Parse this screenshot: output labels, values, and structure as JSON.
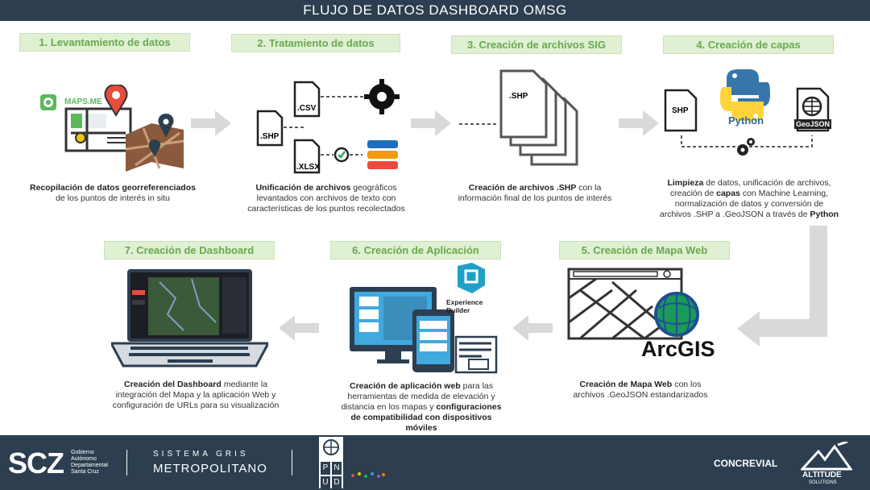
{
  "title": "FLUJO DE DATOS DASHBOARD OMSG",
  "steps": [
    {
      "label": "1. Levantamiento de datos"
    },
    {
      "label": "2. Tratamiento de datos"
    },
    {
      "label": "3. Creación de archivos SIG"
    },
    {
      "label": "4. Creación de capas"
    },
    {
      "label": "5. Creación de Mapa Web"
    },
    {
      "label": "6. Creación de Aplicación"
    },
    {
      "label": "7. Creación de Dashboard"
    }
  ],
  "desc": {
    "s1_b": "Recopilación de datos georreferenciados",
    "s1_t": "de los puntos de interés in situ",
    "s2_b": "Unificación de archivos",
    "s2_t1": " geográficos",
    "s2_t2": "levantados con archivos de texto con",
    "s2_t3": "características de los puntos recolectados",
    "s3_b": "Creación de archivos .SHP",
    "s3_t1": " con la",
    "s3_t2": "información final de los puntos de interés",
    "s4_b1": "Limpieza",
    "s4_t1": " de datos, unificación de archivos,",
    "s4_t2": "creación de ",
    "s4_b2": "capas",
    "s4_t3": " con Machine Learning,",
    "s4_t4": "normalización de datos  y conversión de",
    "s4_t5": "archivos .SHP a .GeoJSON a través de ",
    "s4_b3": "Python",
    "s5_b": "Creación de Mapa Web",
    "s5_t1": " con los",
    "s5_t2": "archivos .GeoJSON estandarizados",
    "s6_b1": "Creación de aplicación web",
    "s6_t1": " para las",
    "s6_t2": "herramientas de medida de elevación y",
    "s6_t3": "distancia en los mapas y  ",
    "s6_b2": "configuraciones",
    "s6_b3": "de compatibilidad con dispositivos",
    "s6_b4": "móviles",
    "s7_b": "Creación del Dashboard",
    "s7_t1": " mediante la",
    "s7_t2": "integración del Mapa y la aplicación Web y",
    "s7_t3": "configuración de URLs para su visualización"
  },
  "icons": {
    "mapsme": "MAPS.ME",
    "csv": ".CSV",
    "shp": ".SHP",
    "xlsx": ".XLSX",
    "shp_stack": ".SHP",
    "shp_single": "SHP",
    "python": "Python",
    "geojson": "GeoJSON",
    "exp_builder": "Experience Builder",
    "arcgis": "ArcGIS"
  },
  "footer": {
    "scz": "SCZ",
    "gob1": "Gobierno",
    "gob2": "Autónomo",
    "gob3": "Departamental",
    "gob4": "Santa Cruz",
    "sistema": "SISTEMA GRIS",
    "metro": "METROPOLITANO",
    "pnud": [
      "P",
      "N",
      "U",
      "D"
    ],
    "concrevial": "CONCREVIAL",
    "altitude": "ALTITUDE",
    "solutions": "SOLUTIONS"
  },
  "colors": {
    "title_bg": "#2c3e50",
    "step_bg": "#dff0d3",
    "step_text": "#6aa84f",
    "arrow": "#d9d9d9",
    "accent_red": "#e74c3c"
  }
}
